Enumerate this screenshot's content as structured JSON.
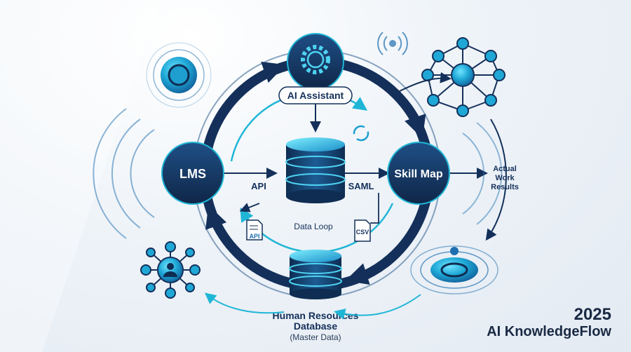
{
  "nodes": {
    "lms": "LMS",
    "skill_map": "Skill Map",
    "ai_assistant": "AI Assistant",
    "hr_db_line1": "Human Resources",
    "hr_db_line2": "Database",
    "hr_db_sub": "(Master Data)"
  },
  "labels": {
    "api": "API",
    "saml": "SAML",
    "data_loop": "Data Loop",
    "actual_line1": "Actual",
    "actual_line2": "Work",
    "actual_line3": "Results",
    "doc_api": "API",
    "doc_csv": "CSV"
  },
  "brand": {
    "year": "2025",
    "name": "AI KnowledgeFlow"
  },
  "colors": {
    "navy": "#14305a",
    "cyan": "#1fb6d6",
    "blue": "#1f6fb0"
  }
}
